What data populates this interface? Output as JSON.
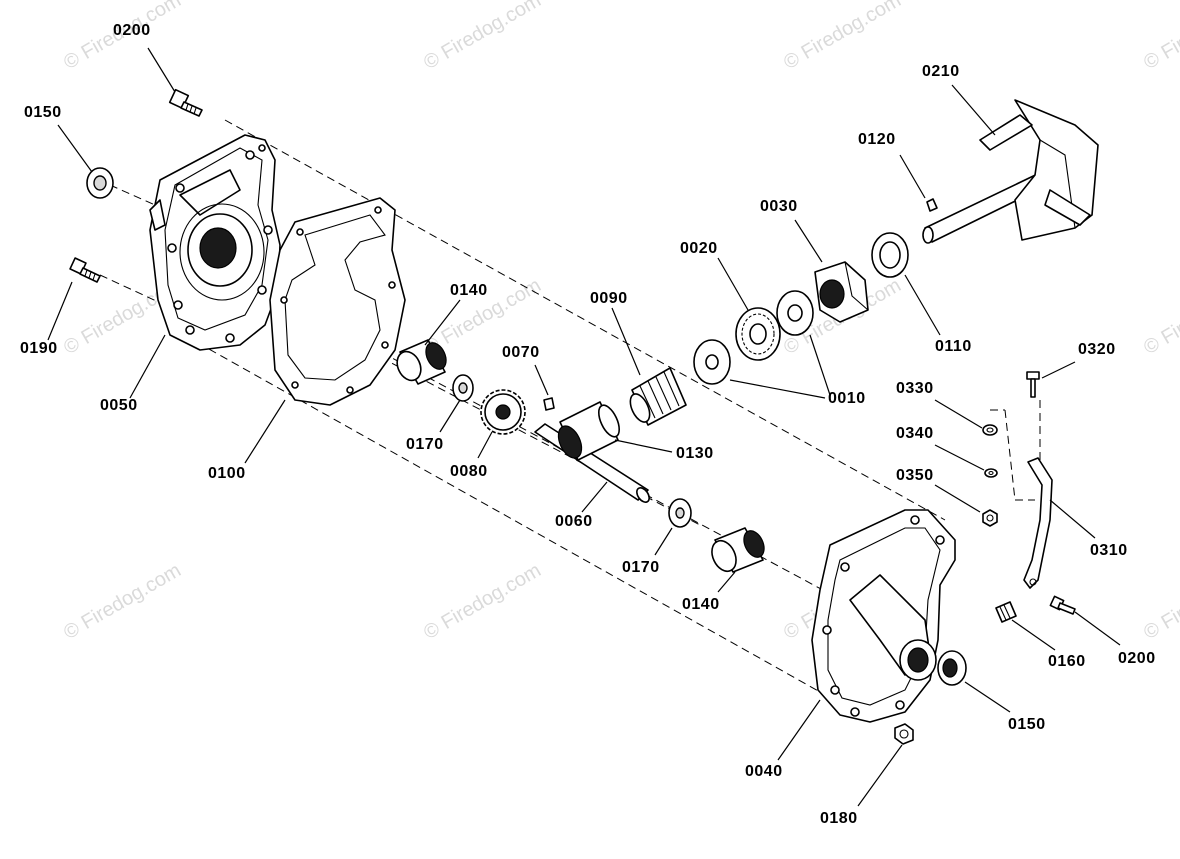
{
  "watermark": "© Firedog.com",
  "labels": {
    "p0010": "0010",
    "p0020": "0020",
    "p0030": "0030",
    "p0040": "0040",
    "p0050": "0050",
    "p0060": "0060",
    "p0070": "0070",
    "p0080": "0080",
    "p0090": "0090",
    "p0100": "0100",
    "p0110": "0110",
    "p0120": "0120",
    "p0130": "0130",
    "p0140a": "0140",
    "p0140b": "0140",
    "p0150a": "0150",
    "p0150b": "0150",
    "p0160": "0160",
    "p0170a": "0170",
    "p0170b": "0170",
    "p0180": "0180",
    "p0190": "0190",
    "p0200a": "0200",
    "p0200b": "0200",
    "p0210": "0210",
    "p0310": "0310",
    "p0320": "0320",
    "p0330": "0330",
    "p0340": "0340",
    "p0350": "0350"
  }
}
